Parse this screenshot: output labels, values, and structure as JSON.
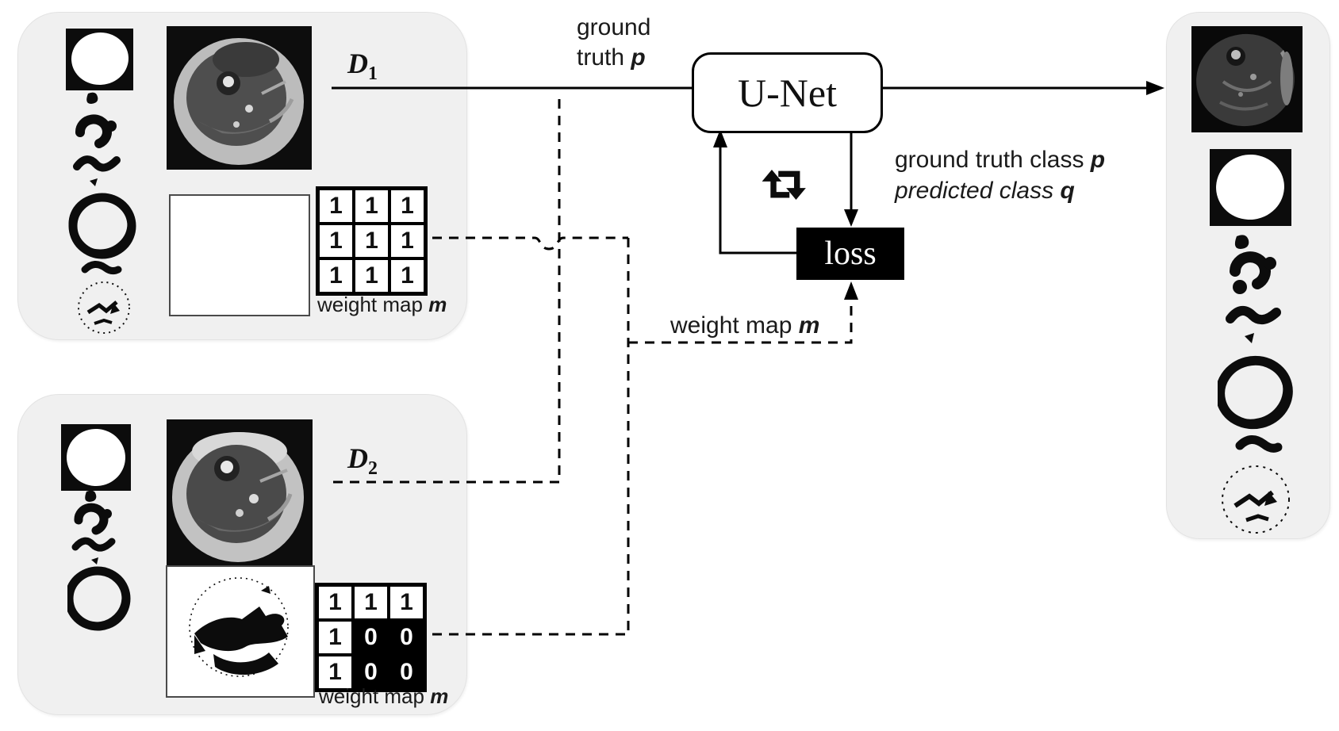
{
  "colors": {
    "panel_bg": "#f0f0f0",
    "panel_border": "#e3e3e3",
    "line": "#000000",
    "loss_bg": "#000000",
    "loss_text": "#ffffff"
  },
  "nodes": {
    "unet": "U-Net",
    "loss": "loss"
  },
  "datasets": {
    "d1": {
      "label_base": "D",
      "label_sub": "1"
    },
    "d2": {
      "label_base": "D",
      "label_sub": "2"
    }
  },
  "labels": {
    "ground_truth_line1": "ground",
    "ground_truth_line2_text": "truth ",
    "ground_truth_line2_emph": "p",
    "output_line1_text": "ground truth class ",
    "output_line1_emph": "p",
    "output_line2_text": "predicted class ",
    "output_line2_emph": "q",
    "weight_map_text": "weight map ",
    "weight_map_emph": "m"
  },
  "grids": {
    "d1": [
      [
        1,
        1,
        1
      ],
      [
        1,
        1,
        1
      ],
      [
        1,
        1,
        1
      ]
    ],
    "d2": [
      [
        1,
        1,
        1
      ],
      [
        1,
        0,
        0
      ],
      [
        1,
        0,
        0
      ]
    ]
  },
  "icons": {
    "loop": "repeat-loop-icon"
  }
}
